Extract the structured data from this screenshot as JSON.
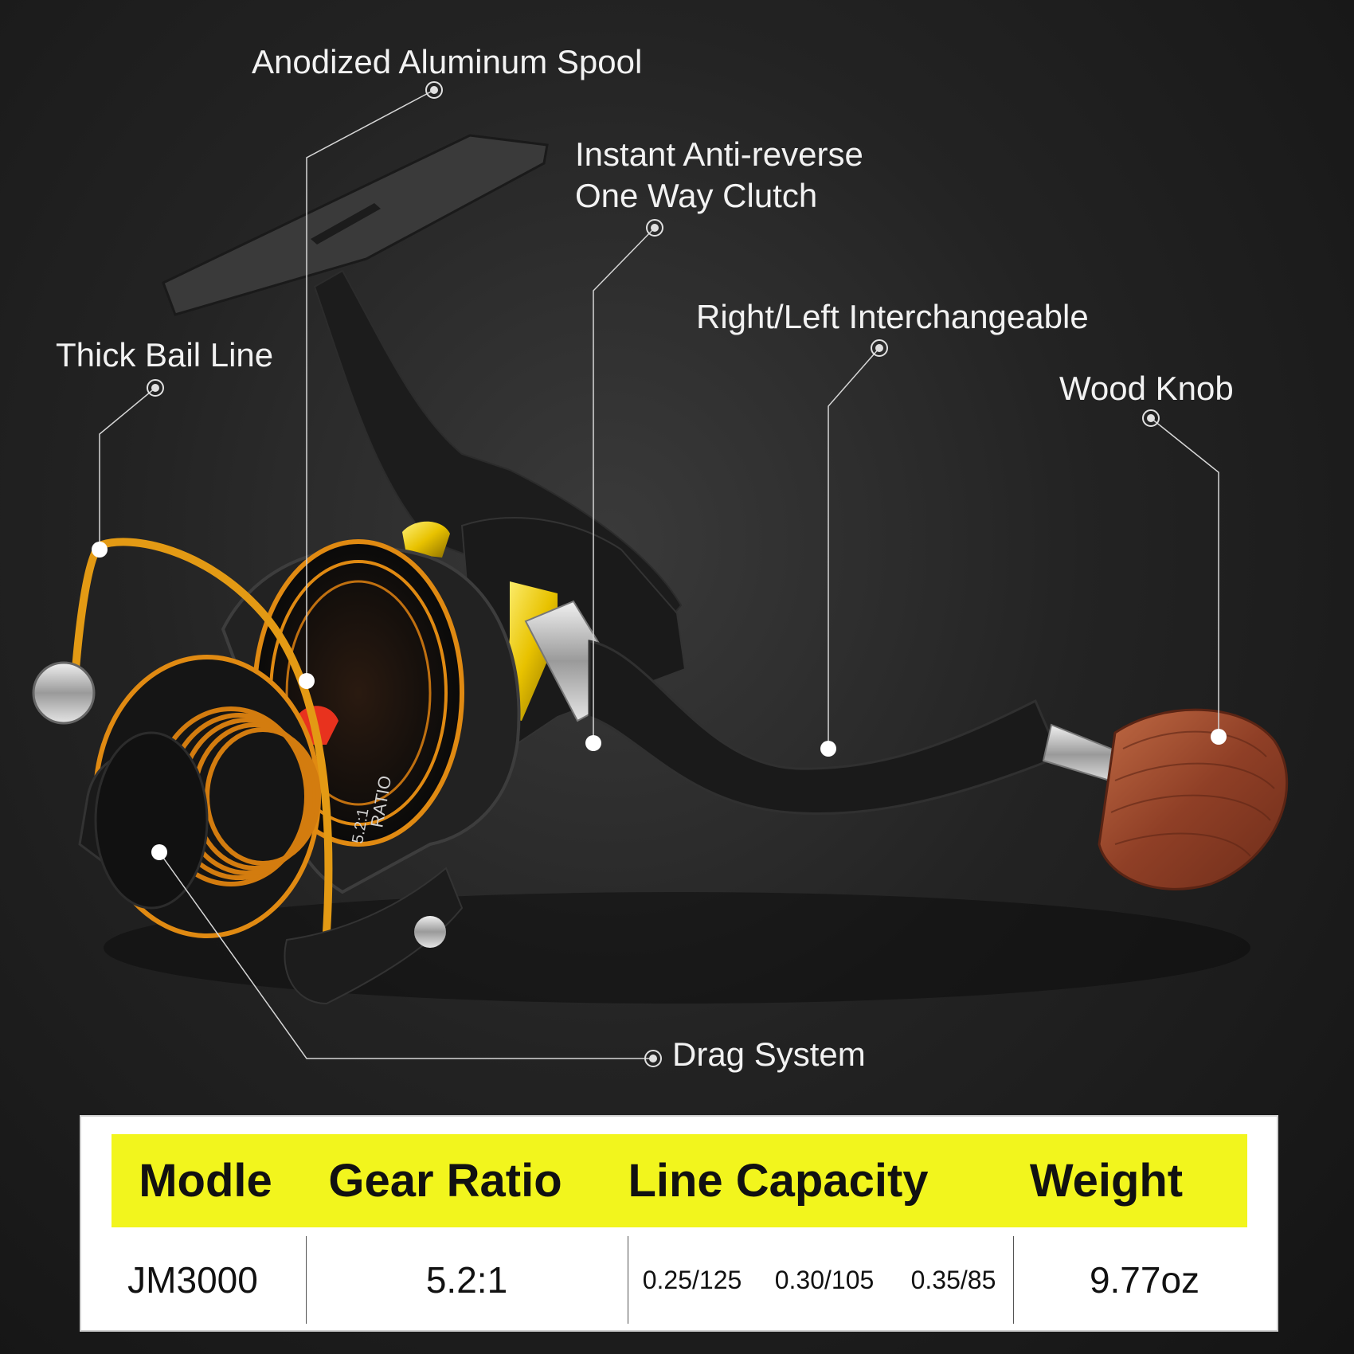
{
  "callouts": {
    "spool": "Anodized Aluminum Spool",
    "clutch_line1": "Instant Anti-reverse",
    "clutch_line2": "One Way Clutch",
    "interchangeable": "Right/Left Interchangeable",
    "bail": "Thick Bail Line",
    "knob": "Wood Knob",
    "drag": "Drag System"
  },
  "spec_table": {
    "headers": [
      "Modle",
      "Gear Ratio",
      "Line Capacity",
      "Weight"
    ],
    "model": "JM3000",
    "gear_ratio": "5.2:1",
    "line_capacity": [
      "0.25/125",
      "0.30/105",
      "0.35/85"
    ],
    "weight": "9.77oz"
  },
  "reel_markings": {
    "ratio_label": "RATIO",
    "ratio_value": "5.2:1"
  },
  "colors": {
    "accent_yellow": "#f2f51d",
    "reel_body": "#1c1c1c",
    "spool_orange": "#e08a12",
    "wood": "#9a4a2c"
  }
}
